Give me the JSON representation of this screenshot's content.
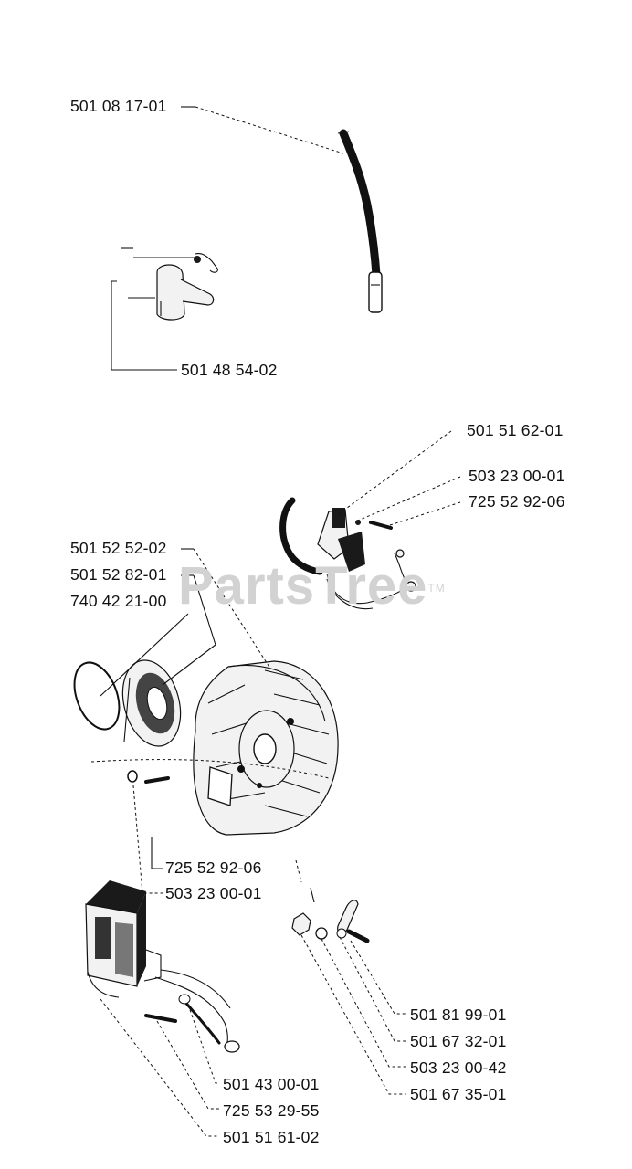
{
  "watermark": {
    "text": "PartsTree",
    "trademark": "TM"
  },
  "parts": [
    {
      "id": "p1",
      "number": "501 08 17-01"
    },
    {
      "id": "p2",
      "number": "501 48 54-02"
    },
    {
      "id": "p3",
      "number": "501 51 62-01"
    },
    {
      "id": "p4",
      "number": "503 23 00-01"
    },
    {
      "id": "p5",
      "number": "725 52 92-06"
    },
    {
      "id": "p6",
      "number": "501 52 52-02"
    },
    {
      "id": "p7",
      "number": "501 52 82-01"
    },
    {
      "id": "p8",
      "number": "740 42 21-00"
    },
    {
      "id": "p9",
      "number": "725 52 92-06"
    },
    {
      "id": "p10",
      "number": "503 23 00-01"
    },
    {
      "id": "p11",
      "number": "501 81 99-01"
    },
    {
      "id": "p12",
      "number": "501 67 32-01"
    },
    {
      "id": "p13",
      "number": "503 23 00-42"
    },
    {
      "id": "p14",
      "number": "501 67 35-01"
    },
    {
      "id": "p15",
      "number": "501 43 00-01"
    },
    {
      "id": "p16",
      "number": "725 53 29-55"
    },
    {
      "id": "p17",
      "number": "501 51 61-02"
    }
  ]
}
